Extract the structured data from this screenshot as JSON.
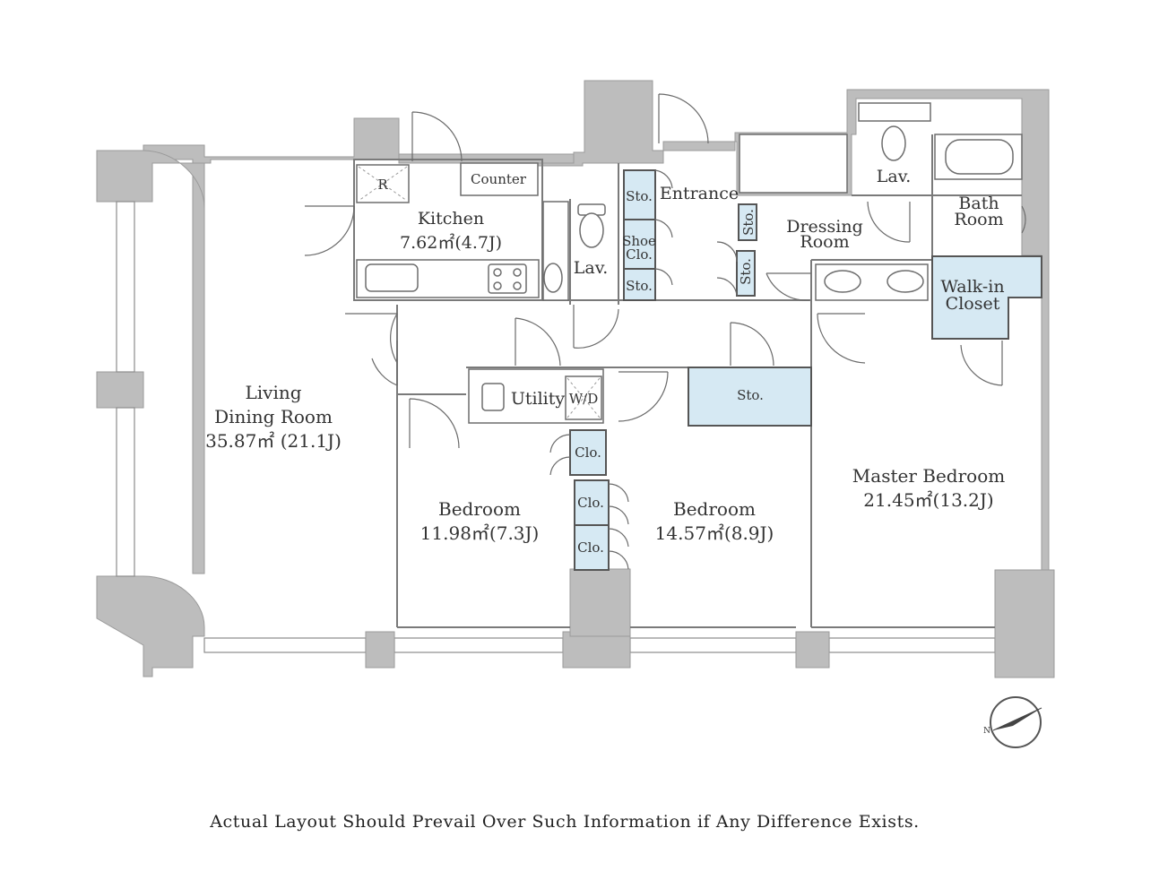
{
  "rooms": {
    "living": {
      "line1": "Living",
      "line2": "Dining Room",
      "area": "35.87㎡ (21.1J)"
    },
    "kitchen": {
      "name": "Kitchen",
      "area": "7.62㎡(4.7J)"
    },
    "counter": "Counter",
    "fridge": "R",
    "lav_a": "Lav.",
    "lav_b": "Lav.",
    "entrance": "Entrance",
    "sto_entrance": "Sto.",
    "shoe_clo_1": "Shoe",
    "shoe_clo_2": "Clo.",
    "sto_lower": "Sto.",
    "sto_vert_a": "Sto.",
    "sto_vert_b": "Sto.",
    "dressing_1": "Dressing",
    "dressing_2": "Room",
    "bath_1": "Bath",
    "bath_2": "Room",
    "walkin_1": "Walk-in",
    "walkin_2": "Closet",
    "utility": "Utility",
    "wd": "W/D",
    "sto_hall": "Sto.",
    "clo_a": "Clo.",
    "clo_b": "Clo.",
    "clo_c": "Clo.",
    "bedroom_1": {
      "name": "Bedroom",
      "area": "11.98㎡(7.3J)"
    },
    "bedroom_2": {
      "name": "Bedroom",
      "area": "14.57㎡(8.9J)"
    },
    "master": {
      "name": "Master Bedroom",
      "area": "21.45㎡(13.2J)"
    }
  },
  "compass": {
    "letter": "N"
  },
  "footer": {
    "note": "Actual Layout Should Prevail Over Such Information if Any Difference Exists."
  },
  "colors": {
    "storage": "#d6e9f3",
    "wall": "#bdbdbd"
  }
}
